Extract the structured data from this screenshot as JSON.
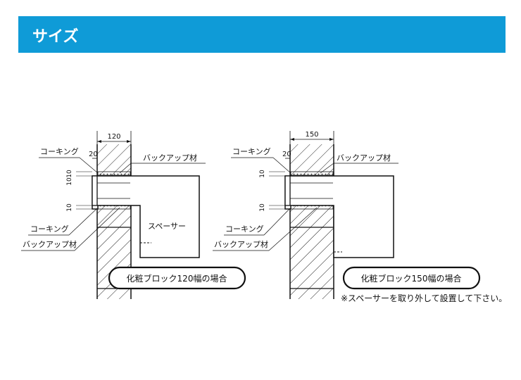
{
  "header": {
    "title": "サイズ",
    "bar_color": "#0f9bd7"
  },
  "diagram_120": {
    "dim_width": "120",
    "dim_20": "20",
    "dim_10a": "10",
    "dim_10b": "10",
    "dim_10c": "10",
    "caulking_top": "コーキング",
    "backup_top": "バックアップ材",
    "spacer": "スペーサー",
    "caulking_bottom": "コーキング",
    "backup_bottom": "バックアップ材",
    "caption": "化粧ブロック120幅の場合"
  },
  "diagram_150": {
    "dim_width": "150",
    "dim_20": "20",
    "dim_10a": "10",
    "dim_10b": "10",
    "caulking_top": "コーキング",
    "backup_top": "バックアップ材",
    "caulking_bottom": "コーキング",
    "backup_bottom": "バックアップ材",
    "caption": "化粧ブロック150幅の場合",
    "note": "※スペーサーを取り外して設置して下さい。"
  }
}
